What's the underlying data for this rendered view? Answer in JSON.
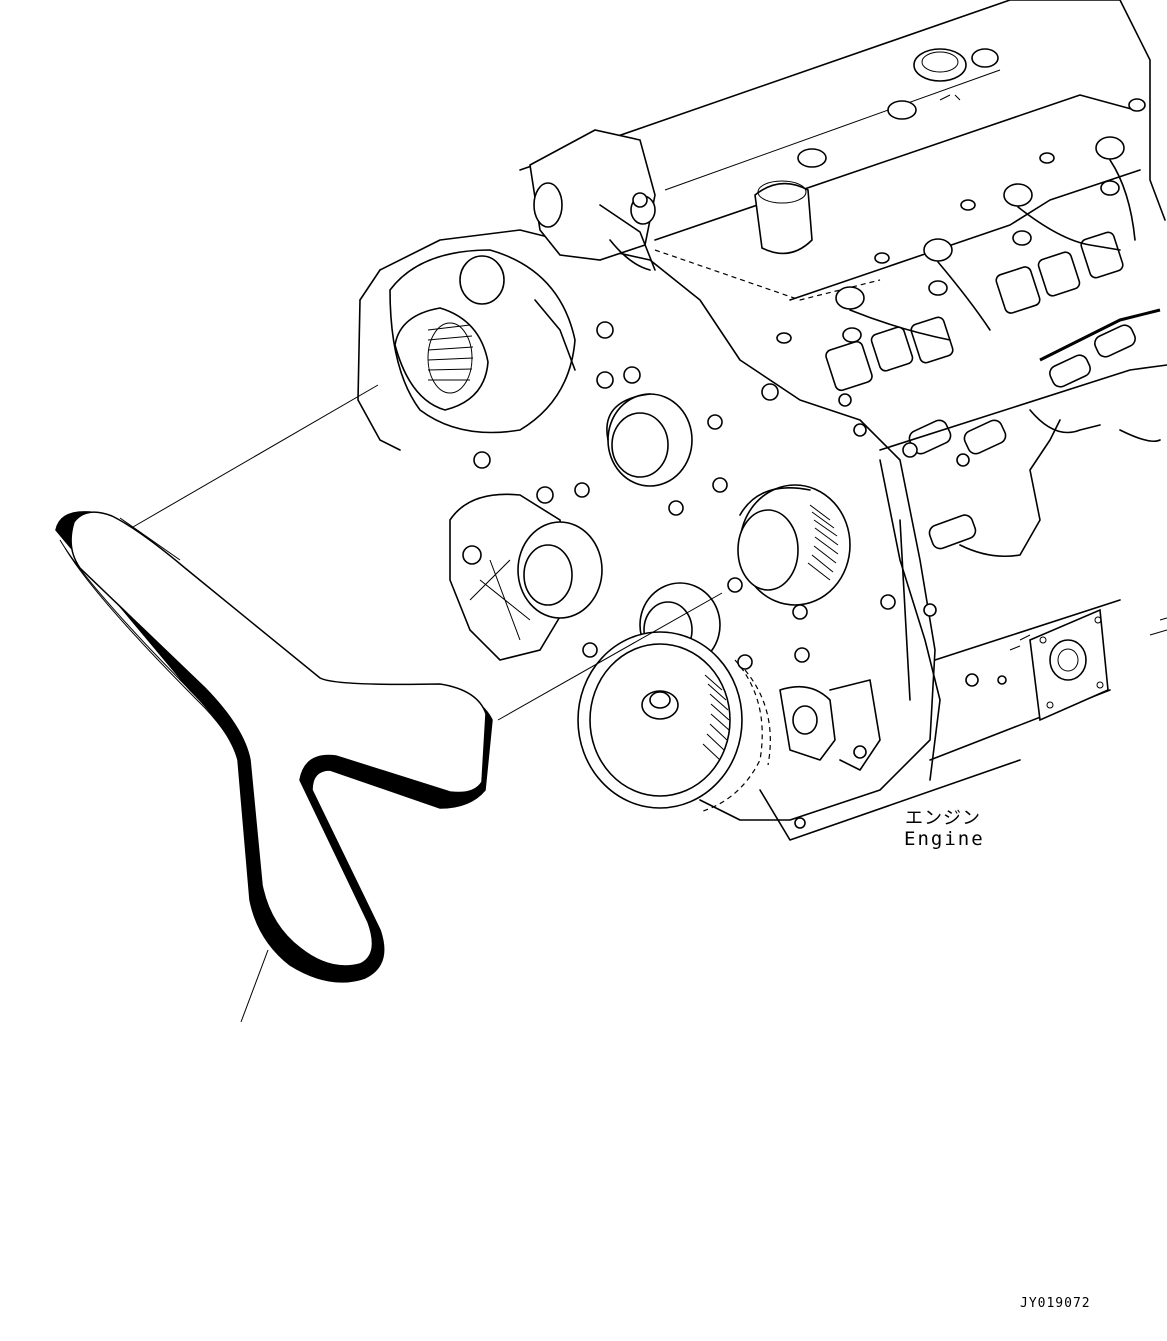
{
  "callouts": {
    "engine_jp": "エンジン",
    "engine_en": "Engine"
  },
  "drawing_code": "JY019072",
  "colors": {
    "line": "#000000",
    "background": "#ffffff"
  }
}
